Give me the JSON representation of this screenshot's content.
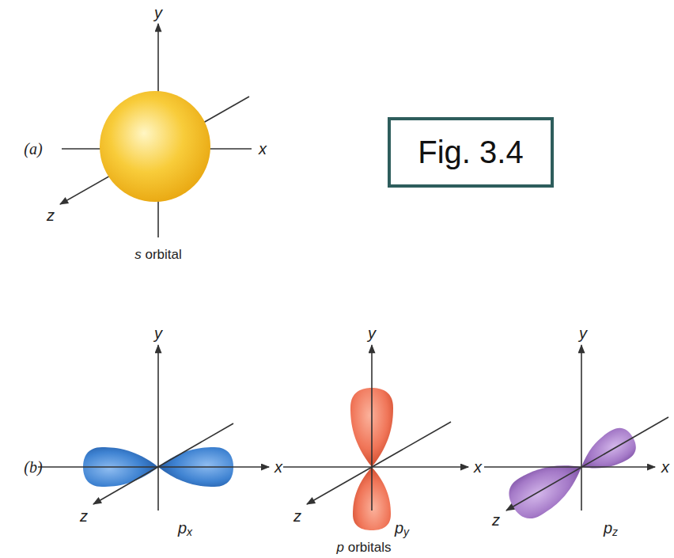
{
  "diagram": {
    "nodes": [
      {
        "text": [
          "Fig. 3.4"
        ]
      }
    ],
    "labels": [
      "(a)",
      "y",
      "x",
      "z",
      "s orbital",
      "(b)",
      "y",
      "x",
      "z",
      "px",
      "y",
      "x",
      "z",
      "py",
      "y",
      "x",
      "z",
      "pz",
      "p orbitals"
    ]
  }
}
